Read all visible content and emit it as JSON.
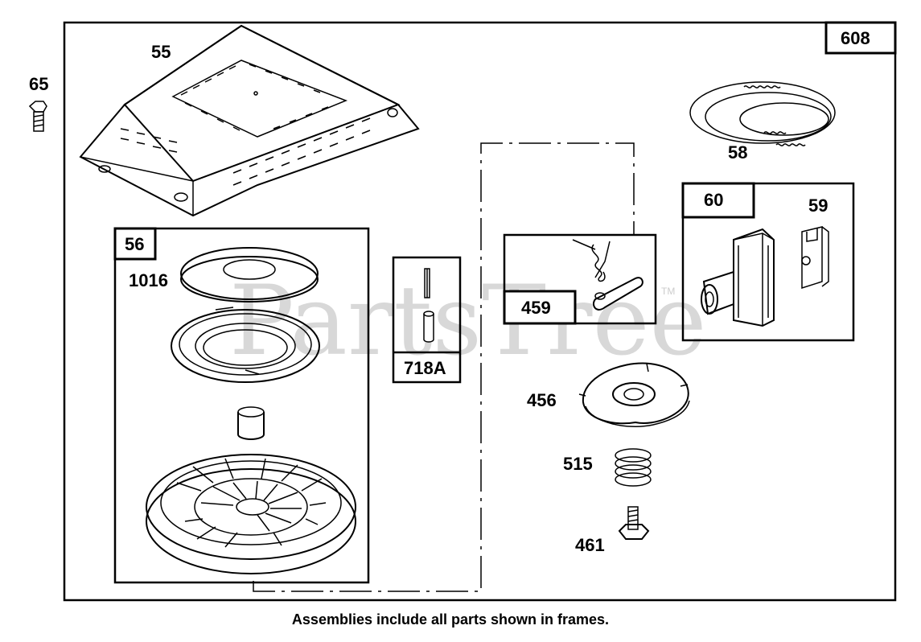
{
  "watermark": {
    "text": "PartsTree",
    "mark": "TM"
  },
  "caption": "Assemblies include all parts shown in frames.",
  "frames": {
    "main": "608",
    "starter": "56",
    "pin_kit": "718A",
    "pawl_kit": "459",
    "handle_kit": "60"
  },
  "parts": {
    "bolt": "65",
    "screen": "55",
    "rope": "58",
    "handle": "59",
    "spring": "1016",
    "retainer": "456",
    "compression_spring": "515",
    "screw": "461"
  }
}
